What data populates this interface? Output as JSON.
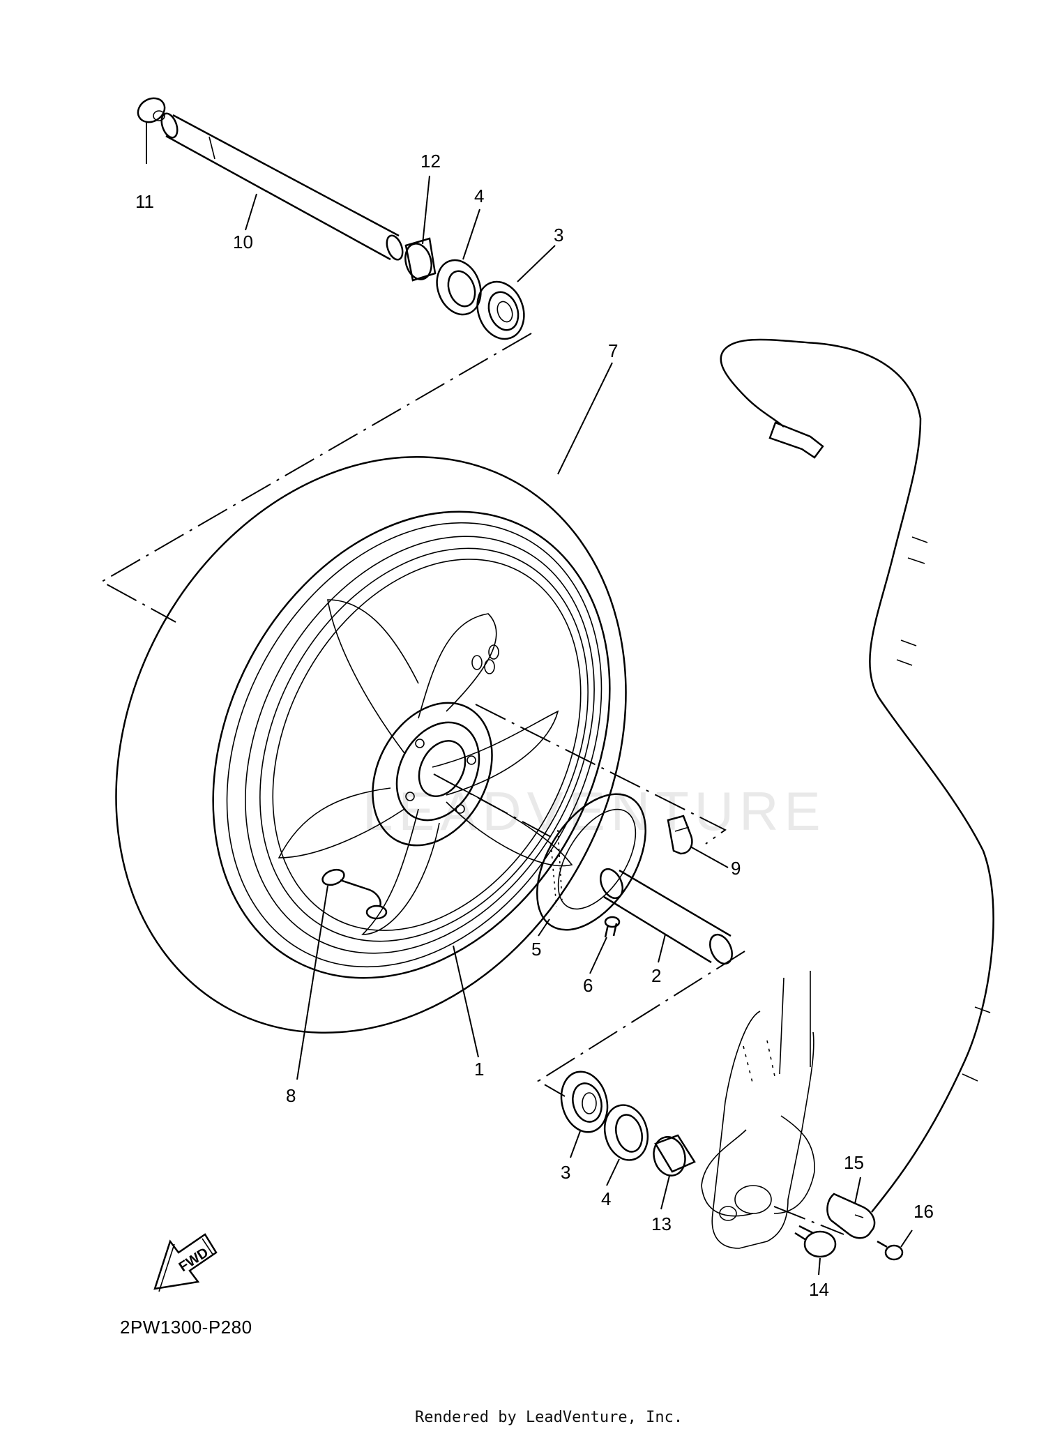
{
  "diagram": {
    "diagram_code": "2PW1300-P280",
    "credit": "Rendered by LeadVenture, Inc.",
    "watermark": "LEADVENTURE",
    "fwd_label": "FWD"
  },
  "callouts": [
    "1",
    "2",
    "3",
    "4",
    "5",
    "6",
    "7",
    "8",
    "9",
    "10",
    "11",
    "12",
    "13",
    "14",
    "15",
    "16",
    "3",
    "4"
  ]
}
